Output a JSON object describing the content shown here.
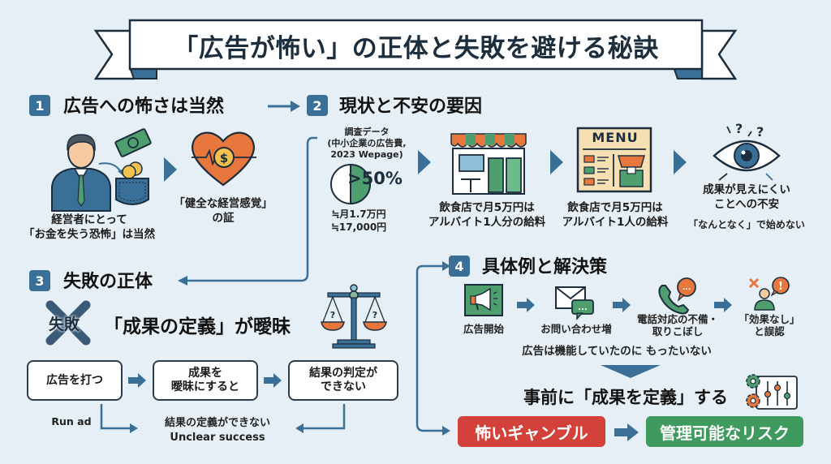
{
  "title": "「広告が怖い」の正体と失敗を避ける秘訣",
  "colors": {
    "primary": "#3a6f98",
    "dark": "#1c2e3e",
    "orange": "#e8773d",
    "green": "#4f9e6e",
    "red": "#d2413a",
    "green_pill": "#3f9a5e",
    "background": "#e6eff6"
  },
  "section1": {
    "number": "1",
    "title": "広告への怖さは当然",
    "person_caption_line1": "経営者にとって",
    "person_caption_line2": "「お金を失う恐怖」は当然",
    "heart_caption_line1": "「健全な経営感覚」",
    "heart_caption_line2": "の証",
    "icons": [
      "businessman-icon",
      "money-bill-icon",
      "pocket-coins-icon",
      "heart-dollar-icon"
    ]
  },
  "section2": {
    "number": "2",
    "title": "現状と不安の要因",
    "survey_line1": "調査データ",
    "survey_line2": "(中小企業の広告費,",
    "survey_line3": "2023 Wepage)",
    "pie_label": ">50%",
    "pie_value_percent": 50,
    "amount_line1": "≒月1.7万円",
    "amount_line2": "≒17,000円",
    "shop_caption_line1": "飲食店で月5万円は",
    "shop_caption_line2": "アルバイト1人分の給料",
    "menu_caption_line1": "飲食店で月5万円は",
    "menu_caption_line2": "アルバイト1人の給料",
    "menu_label": "MENU",
    "eye_caption_line1": "成果が見えにくい",
    "eye_caption_line2": "ことへの不安",
    "eye_subcaption": "「なんとなく」で始めない"
  },
  "section3": {
    "number": "3",
    "title": "失敗の正体",
    "failure_label": "失敗",
    "headline": "「成果の定義」が曖昧",
    "flow": [
      {
        "text": "広告を打つ"
      },
      {
        "text": "成果を\n曖昧にすると"
      },
      {
        "text": "結果の判定が\nできない"
      }
    ],
    "run_ad_label": "Run ad",
    "result_line1": "結果の定義ができない",
    "result_line2": "Unclear success"
  },
  "section4": {
    "number": "4",
    "title": "具体例と解決策",
    "steps": [
      {
        "label": "広告開始",
        "icon": "megaphone-icon"
      },
      {
        "label": "お問い合わせ増",
        "icon": "mail-chat-icon"
      },
      {
        "label": "電話対応の不備・\n取りこぼし",
        "icon": "phone-chat-icon"
      },
      {
        "label": "「効果なし」\nと誤認",
        "icon": "person-alert-icon"
      }
    ],
    "waste_caption": "広告は機能していたのに もったいない",
    "solution": "事前に「成果を定義」する",
    "before_label": "怖いギャンブル",
    "after_label": "管理可能なリスク"
  }
}
